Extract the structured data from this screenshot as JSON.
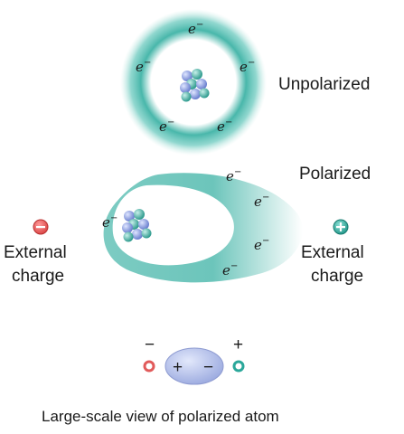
{
  "labels": {
    "unpolarized": "Unpolarized",
    "polarized": "Polarized",
    "external_charge_line1": "External",
    "external_charge_line2": "charge",
    "electron": "e",
    "electron_sup": "−",
    "caption": "Large-scale view of polarized atom"
  },
  "signs": {
    "negative": "−",
    "positive": "+"
  },
  "colors": {
    "electron_cloud": "#3fb3a6",
    "negative_charge": "#e15a5a",
    "positive_charge": "#2aa79a",
    "nucleus_blue": "#7c8fd6",
    "atom_ellipse": "#a9b6e6"
  }
}
